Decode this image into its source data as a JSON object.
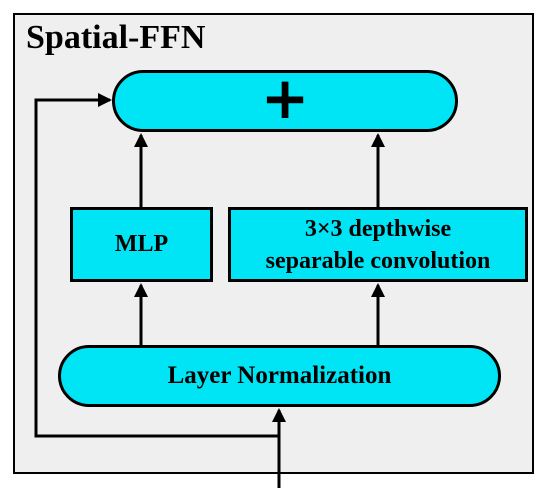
{
  "title": "Spatial-FFN",
  "nodes": {
    "add": {
      "symbol": "+"
    },
    "mlp": {
      "label": "MLP"
    },
    "conv": {
      "line1": "3×3 depthwise",
      "line2": "separable convolution"
    },
    "layer_norm": {
      "label": "Layer Normalization"
    }
  },
  "colors": {
    "node_fill": "#00e5f5",
    "frame_fill": "#efefef",
    "stroke": "#000000"
  }
}
